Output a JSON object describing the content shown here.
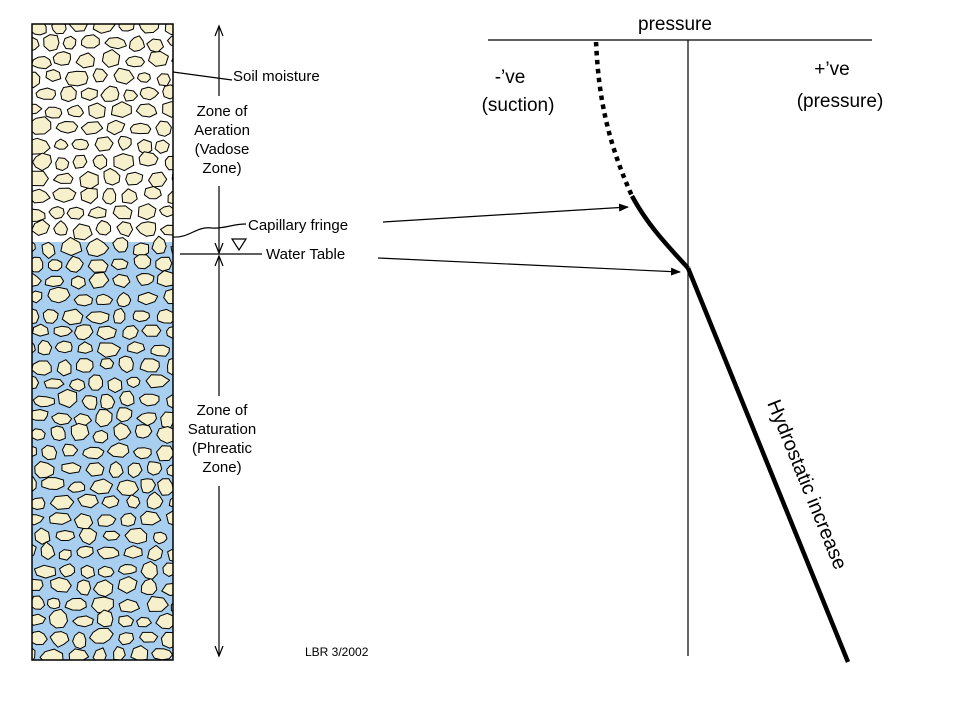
{
  "colors": {
    "sand_grain": "#f6f0cc",
    "water": "#a8cff0",
    "outline": "#000000"
  },
  "soil_column": {
    "labels": {
      "soil_moisture": "Soil moisture",
      "zone_aeration": [
        "Zone of",
        "Aeration",
        "(Vadose",
        "Zone)"
      ],
      "capillary_fringe": "Capillary fringe",
      "water_table": "Water Table",
      "zone_saturation": [
        "Zone of",
        "Saturation",
        "(Phreatic",
        "Zone)"
      ]
    },
    "water_table_icon": "inverted-triangle-icon"
  },
  "pressure_profile": {
    "axis_title": "pressure",
    "negative_label": [
      "-’ve",
      "(suction)"
    ],
    "positive_label": [
      "+’ve",
      "(pressure)"
    ],
    "curve_label": "Hydrostatic increase"
  },
  "credit": "LBR 3/2002"
}
